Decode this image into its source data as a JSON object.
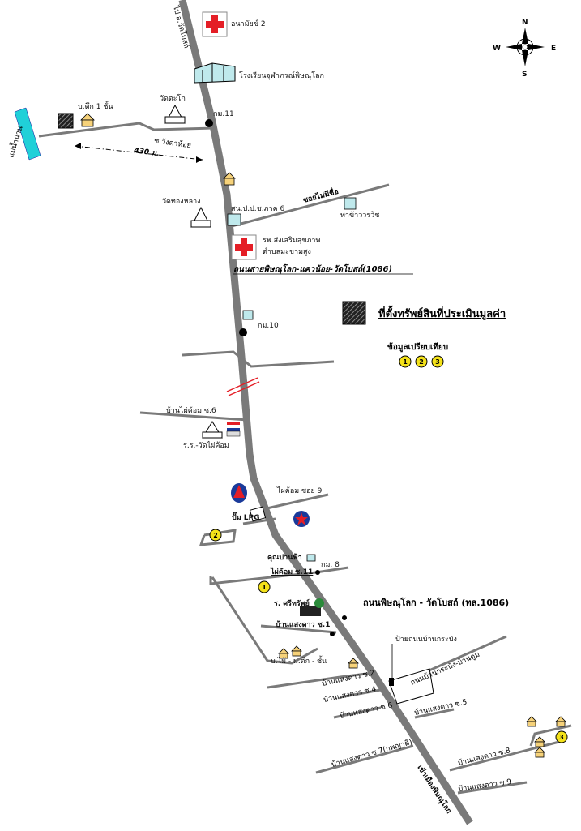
{
  "compass": {
    "n": "N",
    "s": "S",
    "e": "E",
    "w": "W"
  },
  "legend": {
    "subject_label": "ที่ตั้งทรัพย์สินที่ประเมินมูลค่า",
    "comparables_label": "ข้อมูลเปรียบเทียบ",
    "comparables": [
      "1",
      "2",
      "3"
    ]
  },
  "labels": {
    "river": "แม่น้ำน่าน",
    "to_wat_bot": "ไป อ.วัดโบสถ์",
    "health_station": "อนามัยข์ 2",
    "school": "โรงเรียนจุฬาภรณ์พิษณุโลก",
    "wat_takhro": "วัดตะโก",
    "house_1_floor": "บ.ตึก 1 ชั้น",
    "km11": "กม.11",
    "soi_wang_tahor": "ซ.วังตาห้อย",
    "distance": "430 ม.",
    "wat_thong_lang": "วัดทองหลาง",
    "ooc_office": "สน.ป.ป.ช.ภาค 6",
    "soi_no_name": "ซอยไม่มีชื่อ",
    "rice_mill": "ท่าข้าววรวิช",
    "hospital_1": "รพ.ส่งเสริมสุขภาพ",
    "hospital_2": "ตำบลมะขามสูง",
    "highway_top": "ถนนสายพิษณุโลก-แควน้อย-วัดโบสถ์(1086)",
    "km10": "กม.10",
    "ban_phai_kham_soi6": "บ้านไผ่ค้อม ซ.6",
    "school_phai_kham": "ร.ร.-วัดไผ่ค้อม",
    "phai_kham_soi9": "ไผ่ค้อม ซอย 9",
    "lpg_station": "ปั๊ม LPG",
    "khun_pan_fah": "คุณปานฟ้า",
    "km8": "กม. 8",
    "phai_kham_soi11": "ไผ่ค้อม ซ.11",
    "si_sap_store": "ร. ศรีทรัพย์",
    "highway_main": "ถนนพิษณุโลก - วัดโบสถ์ (ทล.1086)",
    "ban_saeng_dao_1": "บ้านแสงดาว ซ.1",
    "ban_krapang_sign": "ป้ายถนนบ้านกระบัง",
    "road_krapang": "ถนนบ้านกระบัง-บ้านตูม",
    "house_wood": "บ.ไม้ - ม.ตึก - ชั้น",
    "ban_saeng_dao_2": "บ้านแสงดาว ซ.2",
    "ban_saeng_dao_4": "บ้านแสงดาว ซ.4",
    "ban_saeng_dao_6": "บ้านแสงดาว ซ.6",
    "ban_saeng_dao_5": "บ้านแสงดาว ซ.5",
    "ban_saeng_dao_7": "บ้านแสงดาว ซ.7(กพญาติ)",
    "ban_saeng_dao_8": "บ้านแสงดาว ซ.8",
    "ban_saeng_dao_9": "บ้านแสงดาว ซ.9",
    "to_phitsanulok": "เข้าเมืองพิษณุโลก"
  },
  "colors": {
    "road": "#7a7a7a",
    "river": "#20d0d8",
    "cross_red": "#e41e26",
    "marker_yellow": "#f4e21a",
    "building_cyan": "#bfe9ec"
  }
}
